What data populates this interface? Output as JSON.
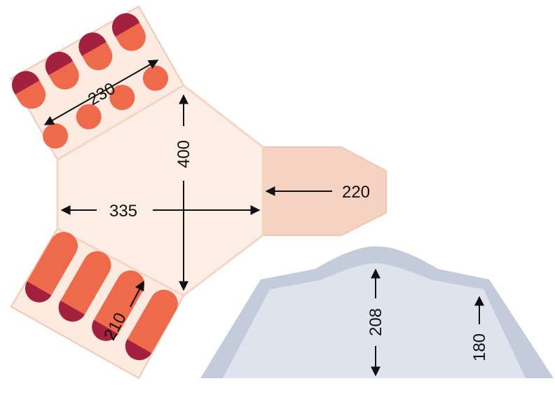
{
  "diagram": {
    "dimensions": {
      "bedroom_top_width": "230",
      "living_height": "400",
      "living_width": "335",
      "porch_depth": "220",
      "bedroom_bottom_length": "210",
      "tent_center_height": "208",
      "tent_side_height": "180"
    },
    "colors": {
      "living_fill": "#fdeee5",
      "living_stroke": "#f4d6c5",
      "bedroom_fill": "#fdebe2",
      "bedroom_stroke": "#efc8b4",
      "porch_fill": "#f6d2c3",
      "sleeping_bag": "#ee6a4a",
      "sleeping_bag_hood": "#a3203f",
      "tent_outer": "#c4cbdb",
      "tent_inner": "#dfe3ed",
      "arrow": "#111111"
    },
    "icons": {
      "sleeping_bag": "sleeping-bag-icon"
    }
  }
}
